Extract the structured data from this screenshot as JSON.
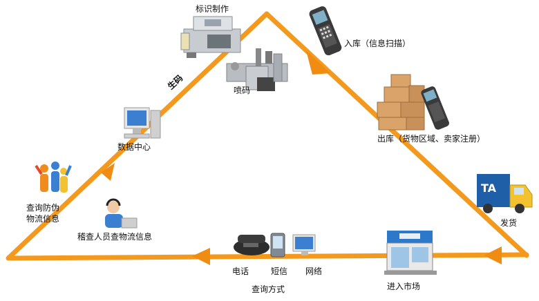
{
  "colors": {
    "triangle": "#F39A1E",
    "arrowhead": "#F08C12",
    "text": "#111111",
    "screen_blue": "#3A7FD0",
    "box_brown": "#D9A36A",
    "truck_blue": "#1F5FA8",
    "truck_yellow": "#F2C230"
  },
  "labels": {
    "label_making": "标识制作",
    "warehouse_in": "入库（信息扫描）",
    "spray_code": "喷码",
    "generate_code": "生码",
    "data_center": "数据中心",
    "warehouse_out": "出库（货物区域、卖家注册）",
    "query_anticounterfeit_1": "查询防伪",
    "query_anticounterfeit_2": "物流信息",
    "inspector_query": "稽查人员查物流信息",
    "ship": "发货",
    "phone": "电话",
    "sms": "短信",
    "network": "网络",
    "query_methods": "查询方式",
    "enter_market": "进入市场"
  },
  "icons": {
    "label_machine": "label-printer-machine-icon",
    "scanner_top": "barcode-scanner-icon",
    "spray_machine": "inkjet-coding-machine-icon",
    "computer": "desktop-computer-icon",
    "boxes": "cardboard-boxes-icon",
    "scanner_boxes": "barcode-scanner-icon",
    "people": "people-group-icon",
    "operator": "headset-operator-icon",
    "truck": "delivery-truck-icon",
    "phone": "telephone-icon",
    "mobile": "mobile-phone-icon",
    "monitor": "computer-monitor-icon",
    "store": "storefront-icon"
  }
}
